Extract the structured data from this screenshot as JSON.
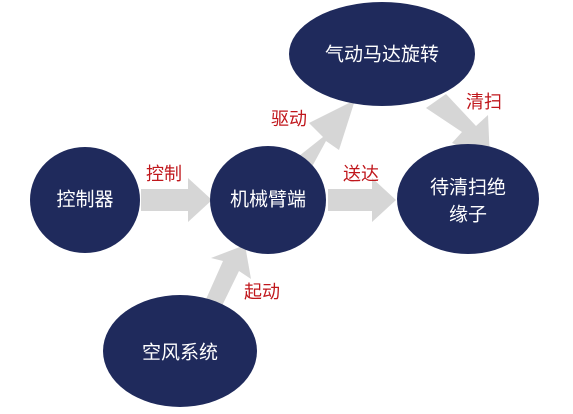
{
  "colors": {
    "node_fill": "#1f2a5c",
    "arrow_fill": "#d6d6d6",
    "label_color": "#c0171c",
    "node_text": "#ffffff"
  },
  "nodes": {
    "controller": "控制器",
    "robot_arm": "机械臂端",
    "air_motor": "气动马达旋转",
    "insulator_line1": "待清扫绝",
    "insulator_line2": "缘子",
    "air_system": "空风系统"
  },
  "edges": {
    "control": "控制",
    "drive": "驱动",
    "deliver": "送达",
    "clean": "清扫",
    "start": "起动"
  }
}
